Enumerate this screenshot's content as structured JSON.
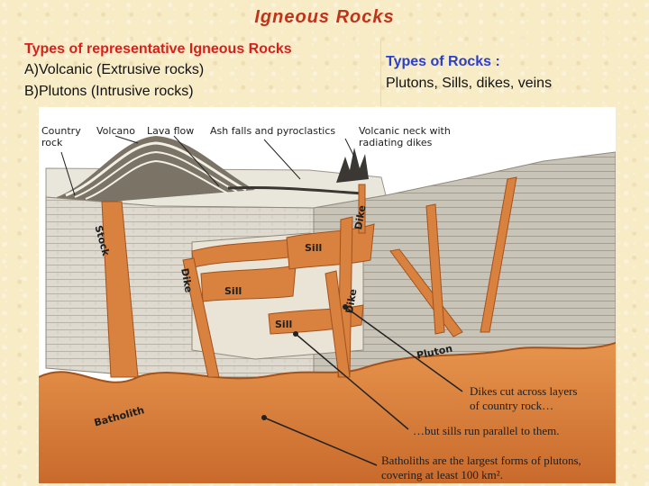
{
  "title": "Igneous Rocks",
  "left_panel": {
    "heading": "Types of representative Igneous Rocks",
    "lines": [
      "A)Volcanic (Extrusive rocks)",
      "B)Plutons (Intrusive rocks)"
    ]
  },
  "right_panel": {
    "heading": "Types of Rocks :",
    "text": "Plutons, Sills, dikes, veins"
  },
  "diagram": {
    "top_labels": {
      "country_rock": [
        "Country",
        "rock"
      ],
      "volcano": "Volcano",
      "lava_flow": "Lava flow",
      "ash_falls": "Ash falls and pyroclastics",
      "volcanic_neck": [
        "Volcanic neck with",
        "radiating dikes"
      ]
    },
    "inner_labels": {
      "stock": "Stock",
      "dike_a": "Dike",
      "dike_b": "Dike",
      "dike_c": "Dike",
      "sill_a": "Sill",
      "sill_b": "Sill",
      "sill_c": "Sill",
      "pluton": "Pluton",
      "batholith": "Batholith"
    },
    "captions": {
      "dikes": [
        "Dikes cut across layers",
        "of country rock…"
      ],
      "sills": "…but sills run parallel to them.",
      "batholiths": [
        "Batholiths are the largest forms of plutons,",
        "covering at least 100 km²."
      ]
    }
  },
  "colors": {
    "title": "#c0331a",
    "left_heading": "#d8201c",
    "right_heading": "#2a3fc9",
    "magma": "#d9813f",
    "magma_dark": "#b55a22",
    "background": "#f8ecc7"
  }
}
